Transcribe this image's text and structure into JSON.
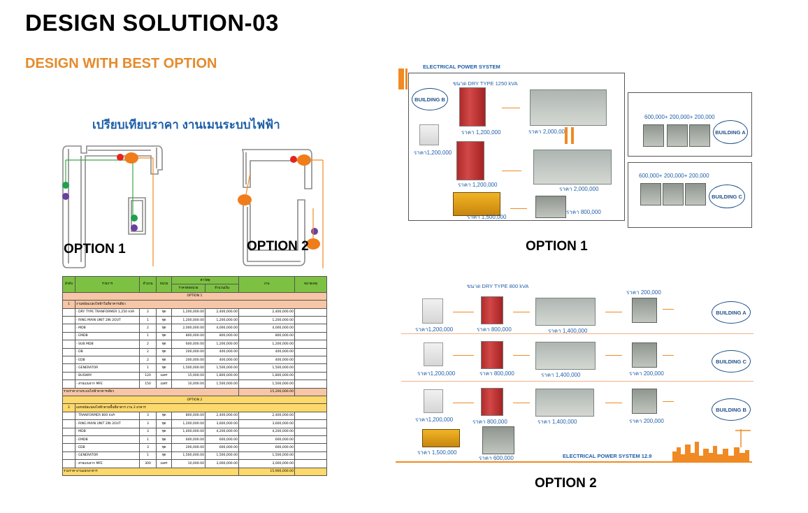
{
  "header": {
    "title": "DESIGN SOLUTION-03",
    "subtitle": "DESIGN WITH BEST OPTION",
    "thai_heading": "เปรียบเทียบราคา งานเมนระบบไฟฟ้า"
  },
  "plans": {
    "option1_label": "OPTION 1",
    "option2_label": "OPTION 2"
  },
  "colors": {
    "accent_orange": "#e58a2b",
    "heading_blue": "#1f5fa8",
    "table_header_green": "#7dc142",
    "table_option1": "#f6c6a6",
    "table_option2": "#fdd86b"
  },
  "table": {
    "headers": {
      "no": "ลำดับ",
      "item": "รายการ",
      "qty": "จำนวน",
      "unit": "หน่วย",
      "material": "ค่าวัสดุ",
      "unit_price": "ราคาต่อหน่วย",
      "total": "จำนวนเงิน",
      "labor": "งาน",
      "remark": "หมายเหตุ"
    },
    "option1_title": "OPTION 1",
    "option1_group_no": "1",
    "option1_group": "งานหม้อแปลงไฟฟ้าในที่อาคารเดียว",
    "option1_rows": [
      {
        "item": "- DRY TYPE TRANFORMER 1,250 kVA",
        "qty": "2",
        "unit": "ชุด",
        "price": "1,200,000.00",
        "amount": "2,400,000.00",
        "labor": "2,400,000.00"
      },
      {
        "item": "- RING MAIN UNIT 2IN 2OUT",
        "qty": "1",
        "unit": "ชุด",
        "price": "1,200,000.00",
        "amount": "1,200,000.00",
        "labor": "1,200,000.00"
      },
      {
        "item": "- MDB",
        "qty": "2",
        "unit": "ชุด",
        "price": "2,000,000.00",
        "amount": "4,000,000.00",
        "labor": "4,000,000.00"
      },
      {
        "item": "- EMDB",
        "qty": "1",
        "unit": "ชุด",
        "price": "800,000.00",
        "amount": "800,000.00",
        "labor": "800,000.00"
      },
      {
        "item": "- SUB MDB",
        "qty": "2",
        "unit": "ชุด",
        "price": "600,000.00",
        "amount": "1,200,000.00",
        "labor": "1,200,000.00"
      },
      {
        "item": "- DB",
        "qty": "2",
        "unit": "ชุด",
        "price": "200,000.00",
        "amount": "400,000.00",
        "labor": "400,000.00"
      },
      {
        "item": "- EDB",
        "qty": "2",
        "unit": "ชุด",
        "price": "200,000.00",
        "amount": "400,000.00",
        "labor": "400,000.00"
      },
      {
        "item": "- GENERATOR",
        "qty": "1",
        "unit": "ชุด",
        "price": "1,500,000.00",
        "amount": "1,500,000.00",
        "labor": "1,500,000.00"
      },
      {
        "item": "- BUSWAY",
        "qty": "120",
        "unit": "เมตร",
        "price": "15,000.00",
        "amount": "1,800,000.00",
        "labor": "1,800,000.00"
      },
      {
        "item": "- สายเมนจาก MFE",
        "qty": "150",
        "unit": "เมตร",
        "price": "10,000.00",
        "amount": "1,500,000.00",
        "labor": "1,500,000.00"
      }
    ],
    "option1_sum_label": "รวมราคางานระบบไฟฟ้าอาคารเดียว",
    "option1_sum": "15,200,000.00",
    "option2_title": "OPTION 2",
    "option2_group_no": "2",
    "option2_group": "แยกหม้อแปลงไฟฟ้าตามพื้นที่อาคาร งาน 3 อาคาร",
    "option2_rows": [
      {
        "item": "- TRANFORMER 800 kVA",
        "qty": "3",
        "unit": "ชุด",
        "price": "800,000.00",
        "amount": "2,400,000.00",
        "labor": "2,400,000.00"
      },
      {
        "item": "- RING MAIN UNIT 2IN 2OUT",
        "qty": "3",
        "unit": "ชุด",
        "price": "1,200,000.00",
        "amount": "3,600,000.00",
        "labor": "3,600,000.00"
      },
      {
        "item": "- MDB",
        "qty": "3",
        "unit": "ชุด",
        "price": "1,400,000.00",
        "amount": "4,200,000.00",
        "labor": "4,200,000.00"
      },
      {
        "item": "- EMDB",
        "qty": "1",
        "unit": "ชุด",
        "price": "600,000.00",
        "amount": "600,000.00",
        "labor": "600,000.00"
      },
      {
        "item": "- EDB",
        "qty": "3",
        "unit": "ชุด",
        "price": "200,000.00",
        "amount": "600,000.00",
        "labor": "600,000.00"
      },
      {
        "item": "- GENERATOR",
        "qty": "1",
        "unit": "ชุด",
        "price": "1,500,000.00",
        "amount": "1,500,000.00",
        "labor": "1,500,000.00"
      },
      {
        "item": "- สายเมนจาก MFE",
        "qty": "300",
        "unit": "เมตร",
        "price": "10,000.00",
        "amount": "3,000,000.00",
        "labor": "3,000,000.00"
      }
    ],
    "option2_sum_label": "รวมราคางานแยกอาคาร",
    "option2_sum": "15,900,000.00"
  },
  "diagram1": {
    "header": "ELECTRICAL POWER SYSTEM",
    "transformer_label": "ขนาด DRY TYPE 1250 kVA",
    "building_b": "BUILDING B",
    "price_transformer_top": "ราคา 1,200,000",
    "price_mdb_top": "ราคา 2,000,000",
    "price_rmu": "ราคา1,200,000",
    "price_transformer_bottom": "ราคา 1,200,000",
    "price_mdb_bottom": "ราคา 2,000,000",
    "price_generator": "ราคา 1,500,000",
    "price_emdb": "ราคา 800,000",
    "box_a_prices": "600,000+ 200,000+ 200,000",
    "building_a": "BUILDING A",
    "box_c_prices": "600,000+ 200,000+ 200,000",
    "building_c": "BUILDING C",
    "label": "OPTION 1"
  },
  "diagram2": {
    "transformer_label": "ขนาด DRY TYPE 800 kVA",
    "price_db_top": "ราคา 200,000",
    "row_a": {
      "rmu": "ราคา1,200,000",
      "tr": "ราคา 800,000",
      "mdb": "ราคา 1,400,000",
      "building": "BUILDING A"
    },
    "row_c": {
      "rmu": "ราคา1,200,000",
      "tr": "ราคา 800,000",
      "mdb": "ราคา 1,400,000",
      "db": "ราคา 200,000",
      "building": "BUILDING C"
    },
    "row_b": {
      "rmu": "ราคา1,200,000",
      "tr": "ราคา 800,000",
      "mdb": "ราคา 1,400,000",
      "db": "ราคา 200,000",
      "building": "BUILDING B"
    },
    "price_generator": "ราคา 1,500,000",
    "price_emdb": "ราคา 600,000",
    "footer": "ELECTRICAL POWER SYSTEM 12.9",
    "label": "OPTION 2"
  }
}
